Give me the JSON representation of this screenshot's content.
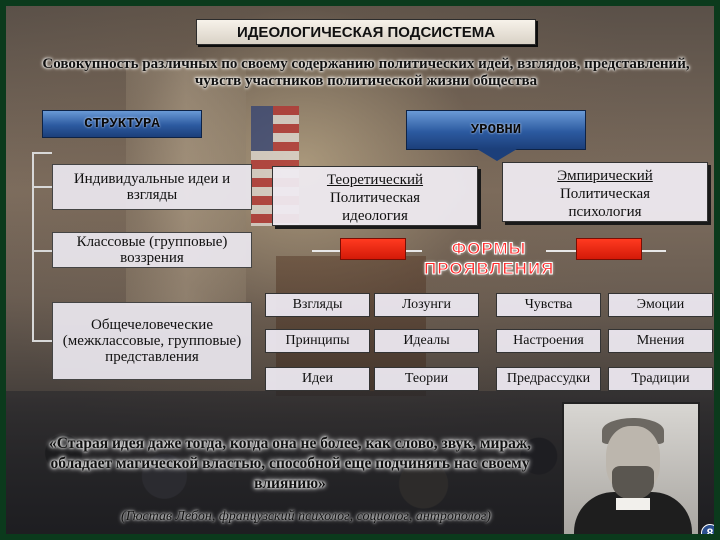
{
  "title": "ИДЕОЛОГИЧЕСКАЯ ПОДСИСТЕМА",
  "definition": "Совокупность различных по своему содержанию политических идей, взглядов, представлений, чувств участников политической жизни общества",
  "structure": {
    "label": "СТРУКТУРА",
    "items": [
      "Индивидуальные идеи и взгляды",
      "Классовые (групповые) воззрения",
      "Общечеловеческие (межклассовые, групповые) представления"
    ]
  },
  "levels": {
    "label": "УРОВНИ",
    "theoretical": {
      "name": "Теоретический",
      "line2": "Политическая",
      "line3": "идеология"
    },
    "empirical": {
      "name": "Эмпирический",
      "line2": "Политическая",
      "line3": "психология"
    }
  },
  "forms_label_1": "ФОРМЫ",
  "forms_label_2": "ПРОЯВЛЕНИЯ",
  "theoretical_forms": [
    "Взгляды",
    "Лозунги",
    "Принципы",
    "Идеалы",
    "Идеи",
    "Теории"
  ],
  "empirical_forms": [
    "Чувства",
    "Эмоции",
    "Настроения",
    "Мнения",
    "Предрассудки",
    "Традиции"
  ],
  "quote": "«Старая идея даже тогда, когда она не более, как слово, звук, мираж, обладает магической властью, способной еще подчинять нас своему влиянию»",
  "author": "(Гюстав Лебон, французский психолог, социолог, антрополог)",
  "page_number": "8",
  "colors": {
    "frame": "#0b3a1c",
    "tag_blue": "#2c5aa0",
    "forms_red": "#ff2a2a",
    "red_block": "#e8230f"
  }
}
